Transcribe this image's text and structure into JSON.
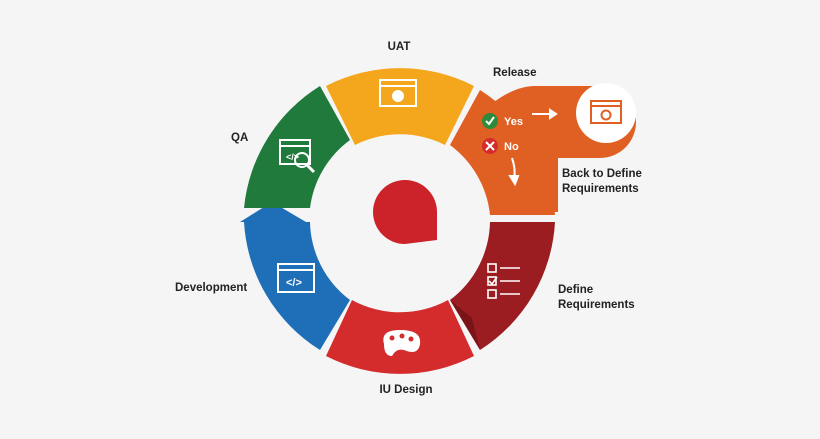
{
  "stages": [
    {
      "key": "uat",
      "label": "UAT",
      "color": "#f4a61c",
      "icon": "browser-apple-icon"
    },
    {
      "key": "release",
      "label": "Release",
      "color": "#e05f22",
      "icon": "browser-check-icon"
    },
    {
      "key": "define",
      "label_line1": "Define",
      "label_line2": "Requirements",
      "color": "#9b1d22",
      "icon": "checklist-icon"
    },
    {
      "key": "design",
      "label": "IU Design",
      "color": "#d42b2c",
      "icon": "palette-icon"
    },
    {
      "key": "development",
      "label": "Development",
      "color": "#1f6fb8",
      "icon": "browser-code-icon"
    },
    {
      "key": "qa",
      "label": "QA",
      "color": "#1f7a3c",
      "icon": "code-magnifier-icon"
    }
  ],
  "release_options": {
    "yes_label": "Yes",
    "yes_color": "#2e8b3c",
    "no_label": "No",
    "no_color": "#d42b2c",
    "back_line1": "Back to Define",
    "back_line2": "Requirements"
  },
  "center": {
    "color": "#cc2229",
    "icon": "drop-logo-icon"
  }
}
